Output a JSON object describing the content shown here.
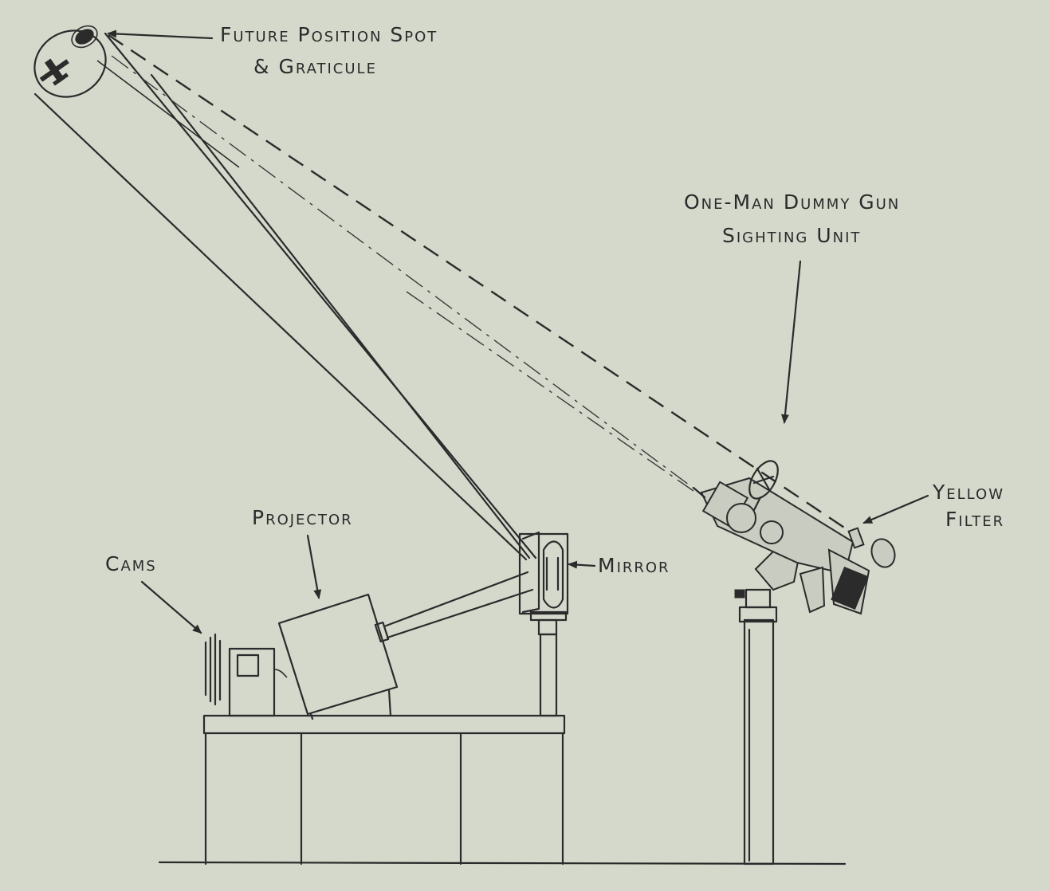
{
  "labels": {
    "future_position_line1": "Future Position Spot",
    "future_position_line2": "& Graticule",
    "one_man_line1": "One-Man Dummy Gun",
    "one_man_line2": "Sighting Unit",
    "yellow_line1": "Yellow",
    "yellow_line2": "Filter",
    "projector": "Projector",
    "mirror": "Mirror",
    "cams": "Cams"
  },
  "colors": {
    "paper": "#d5d9cc",
    "ink": "#2b2b2b"
  },
  "icons": {
    "aircraft": "aircraft-silhouette-icon"
  }
}
